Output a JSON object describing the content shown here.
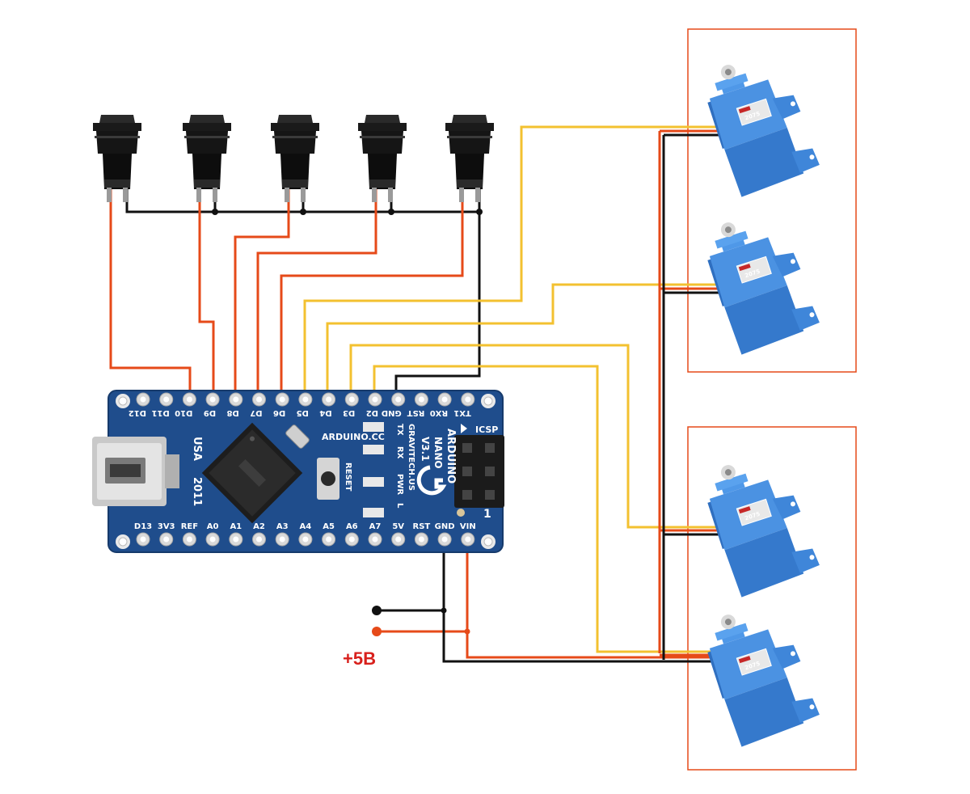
{
  "board": {
    "top_pins": [
      "D12",
      "D11",
      "D10",
      "D9",
      "D8",
      "D7",
      "D6",
      "D5",
      "D4",
      "D3",
      "D2",
      "GND",
      "RST",
      "RX0",
      "TX1"
    ],
    "bottom_pins": [
      "D13",
      "3V3",
      "REF",
      "A0",
      "A1",
      "A2",
      "A3",
      "A4",
      "A5",
      "A6",
      "A7",
      "5V",
      "RST",
      "GND",
      "VIN"
    ],
    "brand": "ARDUINO.CC",
    "model_lines": [
      "ARDUINO",
      "NANO",
      "V3.1",
      "GRAVITECH.US"
    ],
    "origin_lines": [
      "USA",
      "2011"
    ],
    "reset_label": "RESET",
    "led_labels": [
      "TX",
      "RX",
      "PWR",
      "L"
    ],
    "icsp_label": "ICSP",
    "icsp_pin1": "1"
  },
  "servo": {
    "model": "2075"
  },
  "power": {
    "label": "+5B"
  },
  "colors": {
    "board": "#1f4d8c",
    "wire_signal_button": "#e64a19",
    "wire_signal_servo": "#f3c130",
    "wire_ground": "#111111",
    "wire_power": "#e64a19",
    "servo_body": "#3f86d9",
    "enclosure_border": "#e64a19",
    "power_label": "#d8201c"
  }
}
